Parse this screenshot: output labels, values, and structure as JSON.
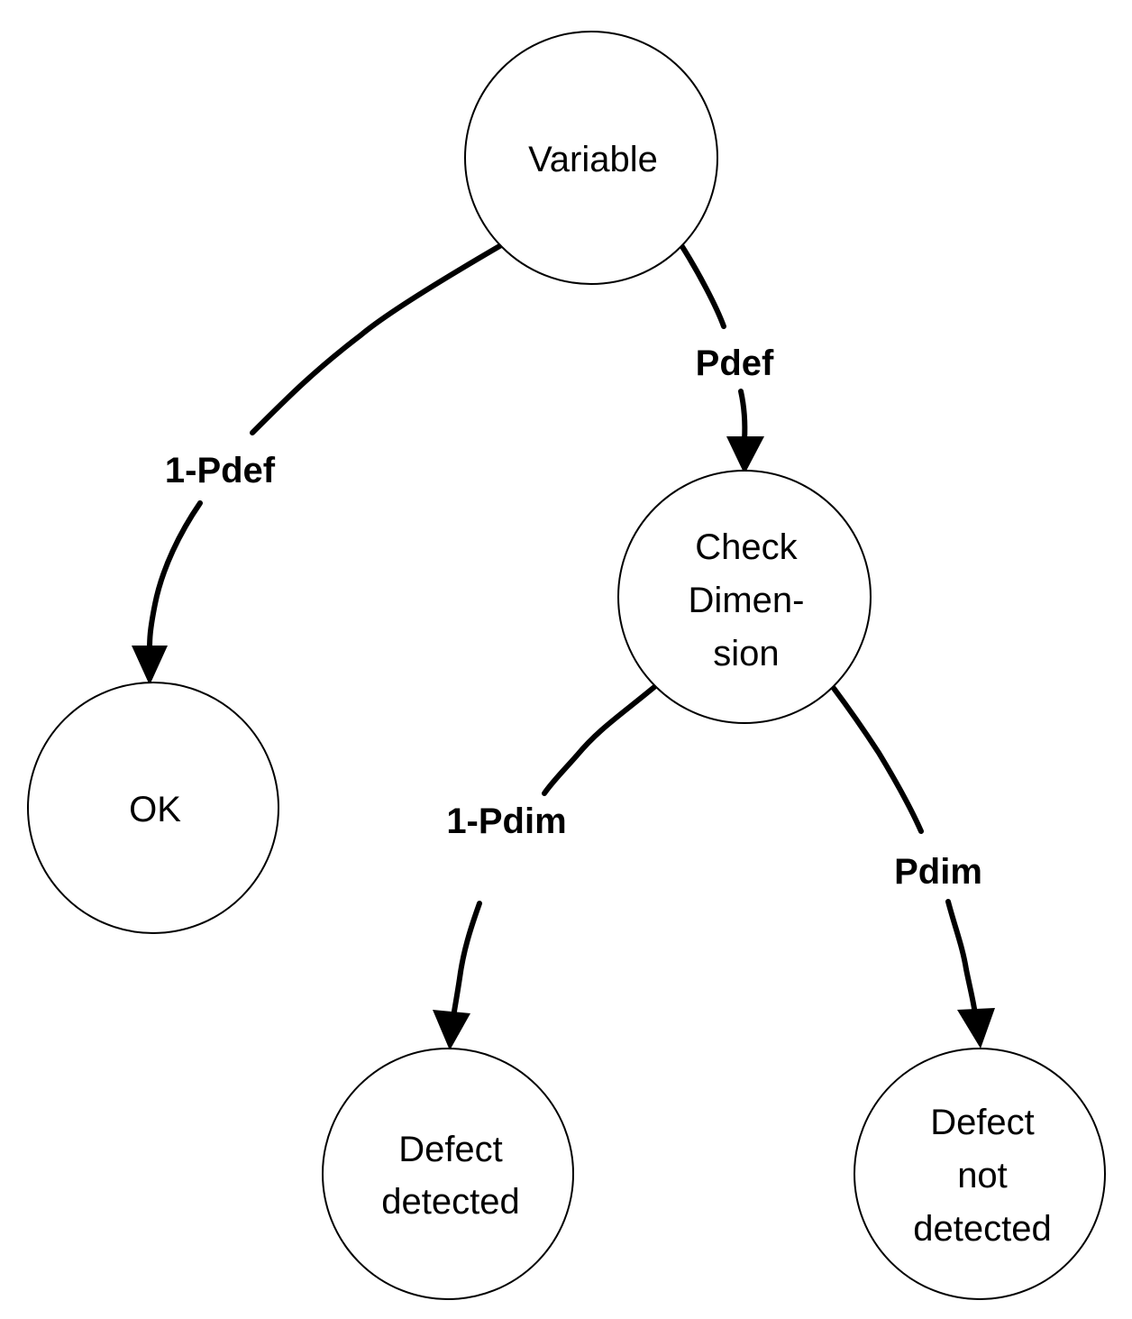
{
  "nodes": {
    "variable": {
      "lines": [
        "Variable"
      ]
    },
    "check_dimension": {
      "lines": [
        "Check",
        "Dimen-",
        "sion"
      ]
    },
    "ok": {
      "lines": [
        "OK"
      ]
    },
    "defect_detected": {
      "lines": [
        "Defect",
        "detected"
      ]
    },
    "defect_not_detected": {
      "lines": [
        "Defect",
        "not",
        "detected"
      ]
    }
  },
  "edges": {
    "variable_to_ok": {
      "label": "1-Pdef"
    },
    "variable_to_check": {
      "label": "Pdef"
    },
    "check_to_detected": {
      "label": "1-Pdim"
    },
    "check_to_not_detected": {
      "label": "Pdim"
    }
  }
}
